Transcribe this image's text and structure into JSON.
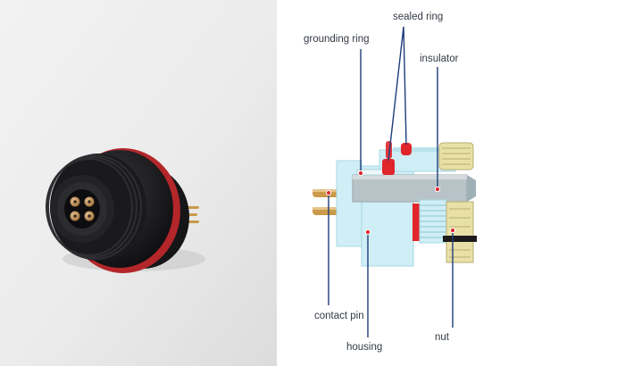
{
  "labels": {
    "sealed_ring": "sealed ring",
    "grounding_ring": "grounding ring",
    "insulator": "insulator",
    "contact_pin": "contact pin",
    "housing": "housing",
    "nut": "nut"
  },
  "colors": {
    "leader_line": "#1f3d7a",
    "housing_fill": "#cfeef5",
    "seal_red": "#e0262b",
    "contact_gold": "#c99a4a",
    "nut_fill": "#e8e0a6",
    "connector_body": "#1c1c1e"
  }
}
